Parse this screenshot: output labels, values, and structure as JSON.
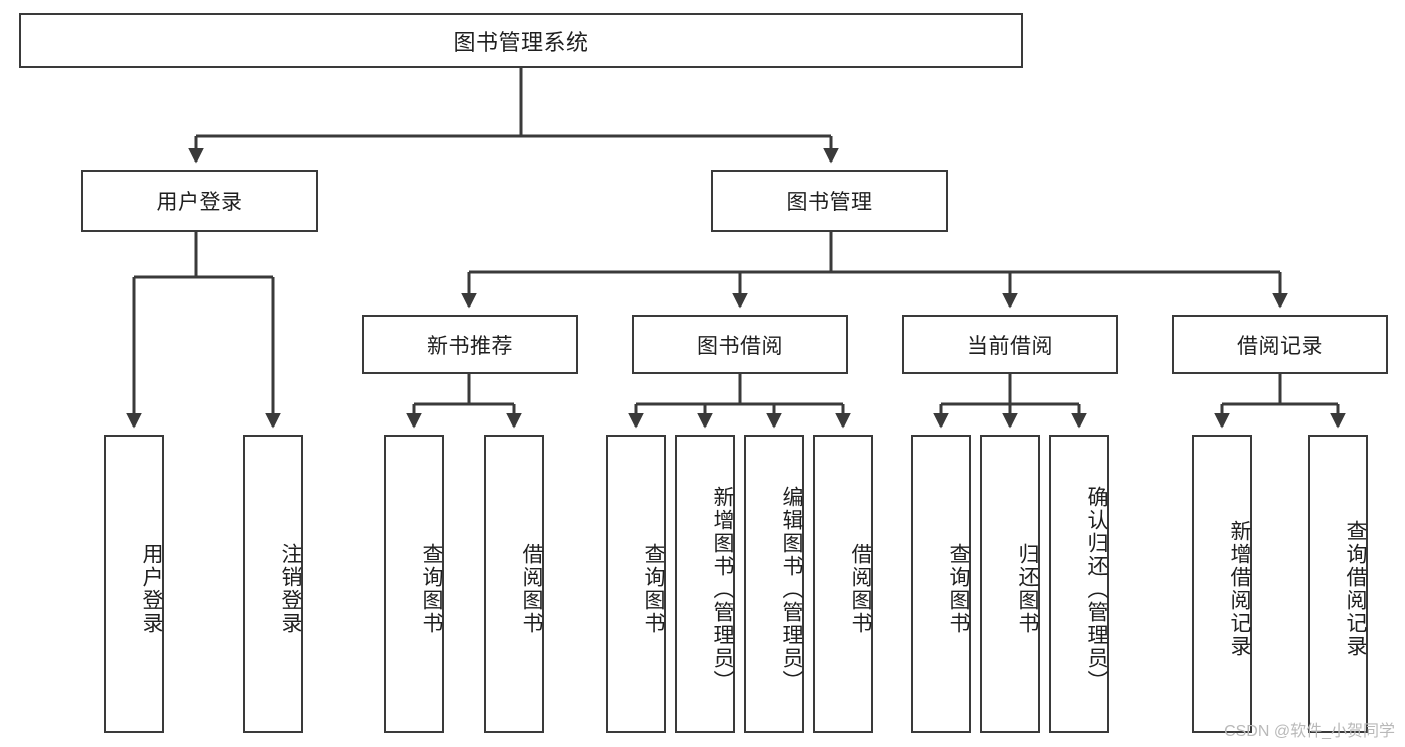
{
  "diagram": {
    "type": "tree-hierarchy-chart",
    "title": "图书管理系统",
    "colors": {
      "box_border": "#3a3a3a",
      "box_fill": "#ffffff",
      "edge": "#3a3a3a",
      "text": "#1f1f1f",
      "watermark": "#b9b9b9",
      "background": "#ffffff"
    },
    "nodes": {
      "root": {
        "label": "图书管理系统"
      },
      "level2": [
        {
          "id": "user_login",
          "label": "用户登录"
        },
        {
          "id": "book_mgmt",
          "label": "图书管理"
        }
      ],
      "level3": [
        {
          "id": "new_book_rec",
          "label": "新书推荐"
        },
        {
          "id": "book_borrow",
          "label": "图书借阅"
        },
        {
          "id": "current_borrow",
          "label": "当前借阅"
        },
        {
          "id": "borrow_record",
          "label": "借阅记录"
        }
      ],
      "leaves": {
        "user_login": [
          {
            "id": "leaf_user_login",
            "label": "用户登录"
          },
          {
            "id": "leaf_logout",
            "label": "注销登录"
          }
        ],
        "new_book_rec": [
          {
            "id": "leaf_query_book_1",
            "label": "查询图书"
          },
          {
            "id": "leaf_borrow_book_1",
            "label": "借阅图书"
          }
        ],
        "book_borrow": [
          {
            "id": "leaf_query_book_2",
            "label": "查询图书"
          },
          {
            "id": "leaf_add_book",
            "label": "新增图书（管理员）"
          },
          {
            "id": "leaf_edit_book",
            "label": "编辑图书（管理员）"
          },
          {
            "id": "leaf_borrow_book_2",
            "label": "借阅图书"
          }
        ],
        "current_borrow": [
          {
            "id": "leaf_query_book_3",
            "label": "查询图书"
          },
          {
            "id": "leaf_return_book",
            "label": "归还图书"
          },
          {
            "id": "leaf_confirm_return",
            "label": "确认归还（管理员）"
          }
        ],
        "borrow_record": [
          {
            "id": "leaf_add_record",
            "label": "新增借阅记录"
          },
          {
            "id": "leaf_query_record",
            "label": "查询借阅记录"
          }
        ]
      }
    },
    "watermark": "CSDN @软件_小贺同学"
  }
}
